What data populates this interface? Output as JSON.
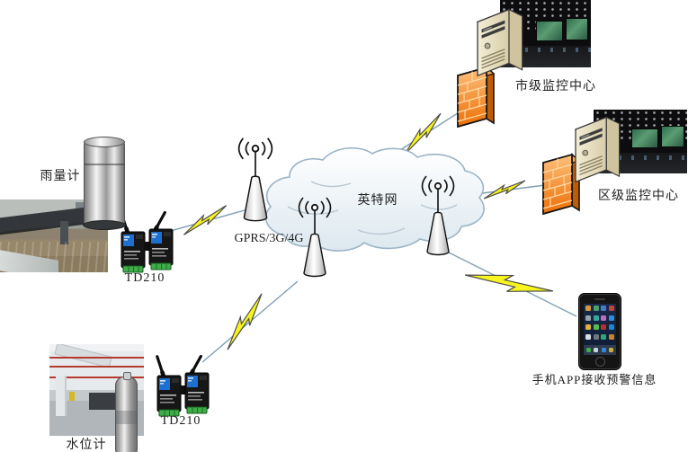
{
  "diagram_type": "wireless telemetry network topology",
  "nodes": {
    "rain_gauge": {
      "label": "雨量计"
    },
    "td210_top": {
      "label": "TD210"
    },
    "gprs_antenna": {
      "label": "GPRS/3G/4G"
    },
    "internet_cloud": {
      "label": "英特网"
    },
    "city_monitor_center": {
      "label": "市级监控中心"
    },
    "district_monitor_center": {
      "label": "区级监控中心"
    },
    "phone_app": {
      "label": "手机APP接收预警信息"
    },
    "water_level_gauge": {
      "label": "水位计"
    },
    "td210_bottom": {
      "label": "TD210"
    }
  },
  "connections": [
    {
      "from": "td210_top",
      "to": "gprs_antenna",
      "style": "lightning"
    },
    {
      "from": "td210_bottom",
      "to": "internet_cloud",
      "style": "lightning"
    },
    {
      "from": "internet_cloud",
      "to": "city_monitor_center",
      "style": "lightning-through-firewall"
    },
    {
      "from": "internet_cloud",
      "to": "district_monitor_center",
      "style": "lightning-through-firewall"
    },
    {
      "from": "internet_cloud",
      "to": "phone_app",
      "style": "lightning"
    }
  ],
  "colors": {
    "lightning_fill": "#f7f41f",
    "lightning_outline": "#4d4d4d",
    "link_line": "#7d9db5",
    "firewall_orange": "#ed7d17",
    "cloud_fill": "#eef4f8",
    "cloud_outline": "#9ab3c4",
    "modem_blue": "#1d6fd0",
    "modem_terminal_green": "#3fae49",
    "server_beige": "#ece4c9",
    "text": "#1f1f1f"
  }
}
